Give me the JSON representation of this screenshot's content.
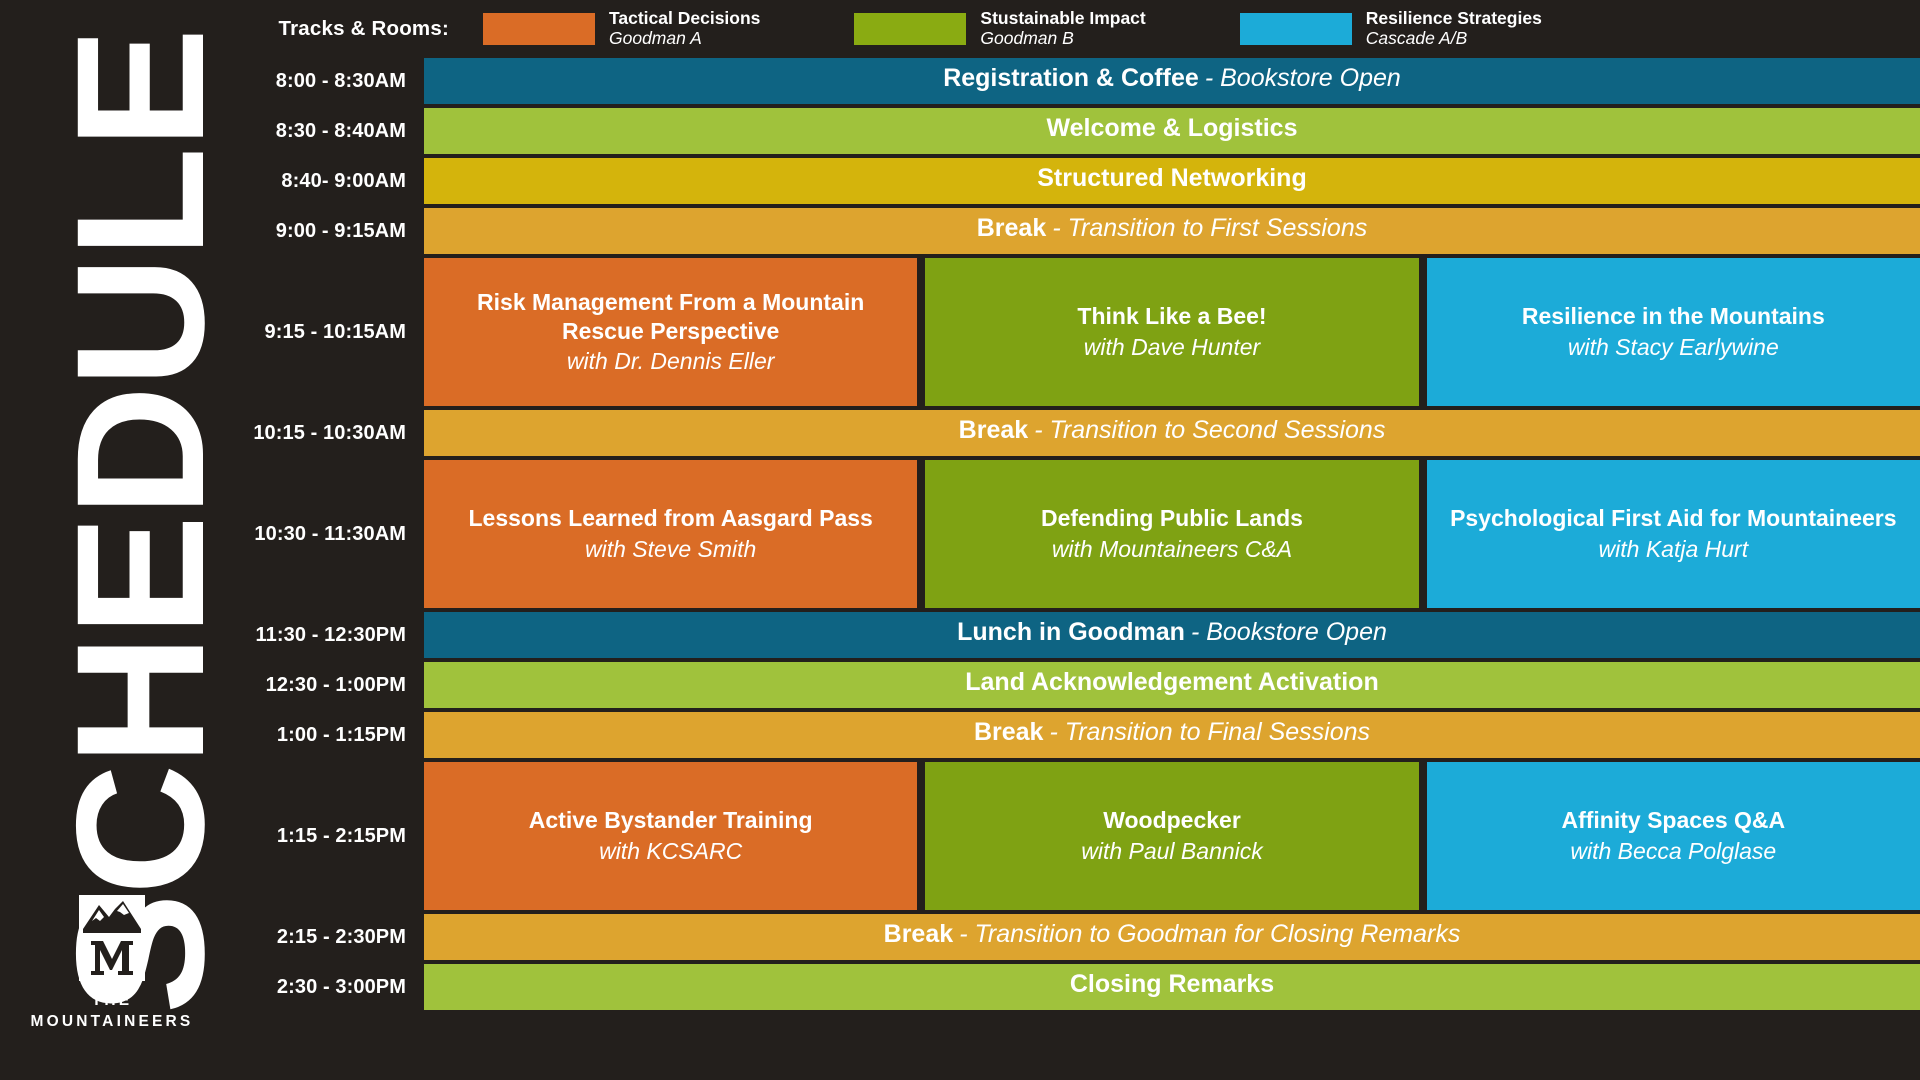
{
  "brand": {
    "wordmark": "SCHEDULE",
    "logo_icon": "mountaineers-mountain-m-logo",
    "name_line1": "THE",
    "name_line2": "MOUNTAINEERS"
  },
  "legend": {
    "title": "Tracks & Rooms:",
    "items": [
      {
        "track": "Tactical Decisions",
        "room": "Goodman A",
        "color": "#da6c26"
      },
      {
        "track": "Stustainable Impact",
        "room": "Goodman B",
        "color": "#8aab12"
      },
      {
        "track": "Resilience Strategies",
        "room": "Cascade A/B",
        "color": "#1cabd8"
      }
    ]
  },
  "colors": {
    "background": "#231f1c",
    "plenary_teal": "#0e6483",
    "plenary_green": "#a0c23c",
    "networking_gold": "#d4b40c",
    "break_gold": "#dda42f",
    "track_orange": "#da6c26",
    "track_green": "#7fa213",
    "track_blue": "#1cabd8",
    "text": "#ffffff"
  },
  "schedule": [
    {
      "time": "8:00 - 8:30AM",
      "type": "plenary",
      "blocks": [
        {
          "title": "Registration & Coffee",
          "sub": "- Bookstore Open",
          "color": "#0e6483"
        }
      ]
    },
    {
      "time": "8:30 - 8:40AM",
      "type": "plenary",
      "blocks": [
        {
          "title": "Welcome & Logistics",
          "sub": "",
          "color": "#a0c23c"
        }
      ]
    },
    {
      "time": "8:40- 9:00AM",
      "type": "plenary",
      "blocks": [
        {
          "title": "Structured Networking",
          "sub": "",
          "color": "#d4b40c"
        }
      ]
    },
    {
      "time": "9:00 - 9:15AM",
      "type": "plenary",
      "blocks": [
        {
          "title": "Break",
          "sub": "- Transition to First Sessions",
          "color": "#dda42f"
        }
      ]
    },
    {
      "time": "9:15 - 10:15AM",
      "type": "breakout",
      "blocks": [
        {
          "title": "Risk Management From a Mountain Rescue Perspective",
          "sub": "with Dr. Dennis Eller",
          "color": "#da6c26"
        },
        {
          "title": "Think Like a Bee!",
          "sub": "with Dave Hunter",
          "color": "#7fa213"
        },
        {
          "title": "Resilience in the Mountains",
          "sub": "with Stacy Earlywine",
          "color": "#1cabd8"
        }
      ]
    },
    {
      "time": "10:15 - 10:30AM",
      "type": "plenary",
      "blocks": [
        {
          "title": "Break",
          "sub": "- Transition to Second Sessions",
          "color": "#dda42f"
        }
      ]
    },
    {
      "time": "10:30 - 11:30AM",
      "type": "breakout",
      "blocks": [
        {
          "title": "Lessons Learned from Aasgard Pass",
          "sub": "with Steve Smith",
          "color": "#da6c26"
        },
        {
          "title": "Defending Public Lands",
          "sub": "with Mountaineers C&A",
          "color": "#7fa213"
        },
        {
          "title": "Psychological First Aid for Mountaineers",
          "sub": "with Katja Hurt",
          "color": "#1cabd8"
        }
      ]
    },
    {
      "time": "11:30 - 12:30PM",
      "type": "plenary",
      "blocks": [
        {
          "title": "Lunch in Goodman",
          "sub": "- Bookstore Open",
          "color": "#0e6483"
        }
      ]
    },
    {
      "time": "12:30 - 1:00PM",
      "type": "plenary",
      "blocks": [
        {
          "title": "Land Acknowledgement Activation",
          "sub": "",
          "color": "#a0c23c"
        }
      ]
    },
    {
      "time": "1:00 - 1:15PM",
      "type": "plenary",
      "blocks": [
        {
          "title": "Break",
          "sub": "- Transition to Final Sessions",
          "color": "#dda42f"
        }
      ]
    },
    {
      "time": "1:15 - 2:15PM",
      "type": "breakout",
      "blocks": [
        {
          "title": "Active Bystander Training",
          "sub": "with KCSARC",
          "color": "#da6c26"
        },
        {
          "title": "Woodpecker",
          "sub": "with Paul Bannick",
          "color": "#7fa213"
        },
        {
          "title": "Affinity Spaces Q&A",
          "sub": "with Becca Polglase",
          "color": "#1cabd8"
        }
      ]
    },
    {
      "time": "2:15 - 2:30PM",
      "type": "plenary",
      "blocks": [
        {
          "title": "Break",
          "sub": "- Transition to Goodman for Closing Remarks",
          "color": "#dda42f"
        }
      ]
    },
    {
      "time": "2:30 - 3:00PM",
      "type": "plenary",
      "blocks": [
        {
          "title": "Closing Remarks",
          "sub": "",
          "color": "#a0c23c"
        }
      ]
    }
  ]
}
